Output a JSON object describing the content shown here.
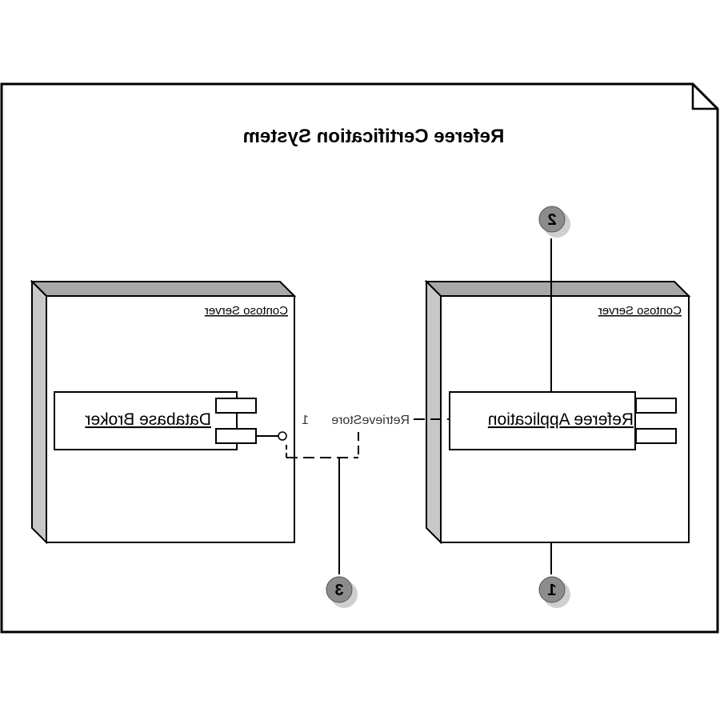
{
  "diagram": {
    "title": "Referee Certification System",
    "nodes": [
      {
        "id": "left",
        "stereotype": "Contoso Server",
        "component": "Database Broker"
      },
      {
        "id": "right",
        "stereotype": "Contoso Server",
        "component": "Referee Application"
      }
    ],
    "interface_label": "RetrieveStore",
    "interface_suffix": "1",
    "callouts": [
      {
        "id": "1",
        "label": "1"
      },
      {
        "id": "2",
        "label": "2"
      },
      {
        "id": "3",
        "label": "3"
      }
    ],
    "colors": {
      "stroke": "#000000",
      "node_side": "#c8c8c8",
      "node_top": "#a8a8a8",
      "callout_fill": "#8c8c8c",
      "callout_shadow": "#cfcfcf",
      "text": "#000000",
      "label_text": "#333333"
    }
  }
}
